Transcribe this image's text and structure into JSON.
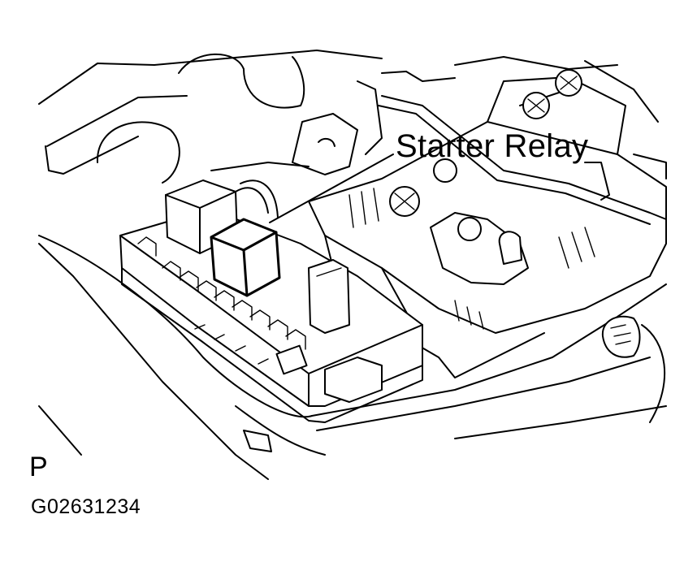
{
  "diagram": {
    "callout_label": "Starter Relay",
    "view_marker": "P",
    "figure_id": "G02631234"
  },
  "colors": {
    "line": "#000000",
    "background": "#ffffff"
  }
}
